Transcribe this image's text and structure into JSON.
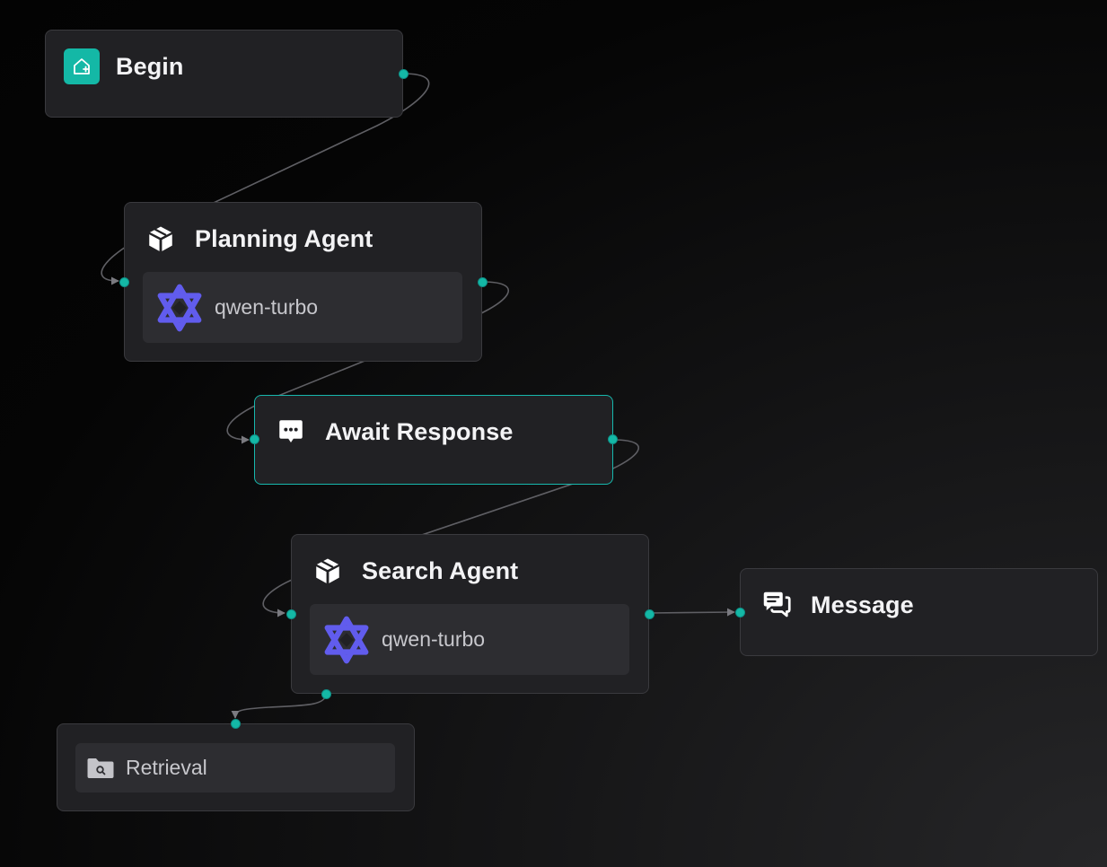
{
  "theme": {
    "accent": "#14b8a6",
    "node_bg": "#212124",
    "node_border": "#3a3a3e",
    "body_bg": "#2d2d31",
    "edge": "#6b6b70",
    "qwen_purple": "#615ced"
  },
  "nodes": {
    "begin": {
      "title": "Begin",
      "icon": "home-plus-icon"
    },
    "planning_agent": {
      "title": "Planning Agent",
      "icon": "cube-icon",
      "model": "qwen-turbo",
      "model_icon": "qwen-logo-icon"
    },
    "await_response": {
      "title": "Await Response",
      "icon": "chat-dots-icon",
      "selected": true
    },
    "search_agent": {
      "title": "Search Agent",
      "icon": "cube-icon",
      "model": "qwen-turbo",
      "model_icon": "qwen-logo-icon"
    },
    "message": {
      "title": "Message",
      "icon": "message-bubbles-icon"
    },
    "retrieval": {
      "title": "Retrieval",
      "icon": "folder-search-icon"
    }
  }
}
